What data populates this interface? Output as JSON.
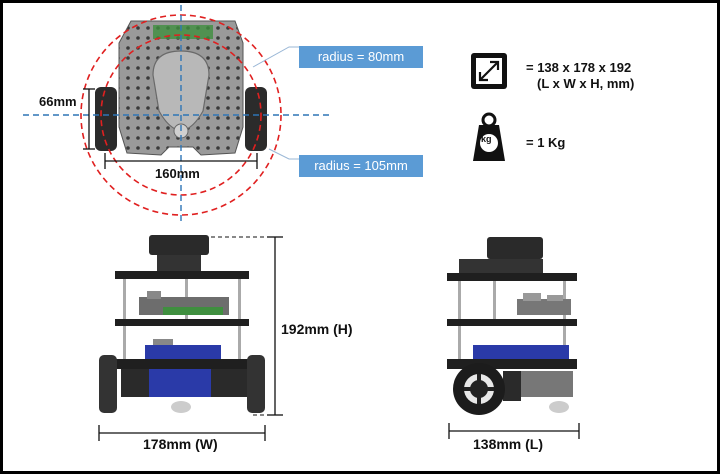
{
  "top_view": {
    "dim_height": "66mm",
    "dim_width": "160mm",
    "radius_inner": "radius = 80mm",
    "radius_outer": "radius = 105mm"
  },
  "front_view": {
    "height_label": "192mm (H)",
    "width_label": "178mm (W)"
  },
  "side_view": {
    "length_label": "138mm (L)"
  },
  "specs": {
    "size_line1": "= 138 x 178 x 192",
    "size_line2": "(L x W x H, mm)",
    "weight_value": "= 1 Kg",
    "weight_badge": "kg",
    "size_icon": "expand-arrows-icon",
    "weight_icon": "weight-kg-icon"
  },
  "colors": {
    "radius_circle": "#e02020",
    "center_axis": "#2e75b6",
    "callout_bg": "#5b9bd5",
    "motor_blue": "#2a3aa8"
  }
}
